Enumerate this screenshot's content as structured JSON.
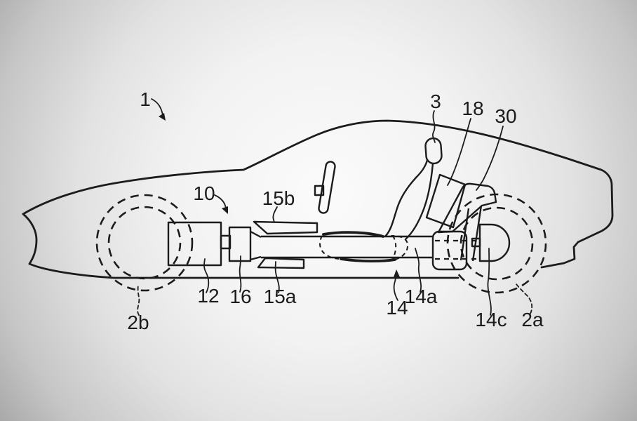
{
  "figure": {
    "colors": {
      "line": "#1c1c1c",
      "background_center": "#fafafa",
      "background_edge": "#a9a9a9"
    }
  },
  "labels": {
    "l1": "1",
    "l3": "3",
    "l18": "18",
    "l30": "30",
    "l10": "10",
    "l15b": "15b",
    "l12": "12",
    "l16": "16",
    "l15a": "15a",
    "l14": "14",
    "l14a": "14a",
    "l14c": "14c",
    "l2a": "2a",
    "l2b": "2b"
  }
}
